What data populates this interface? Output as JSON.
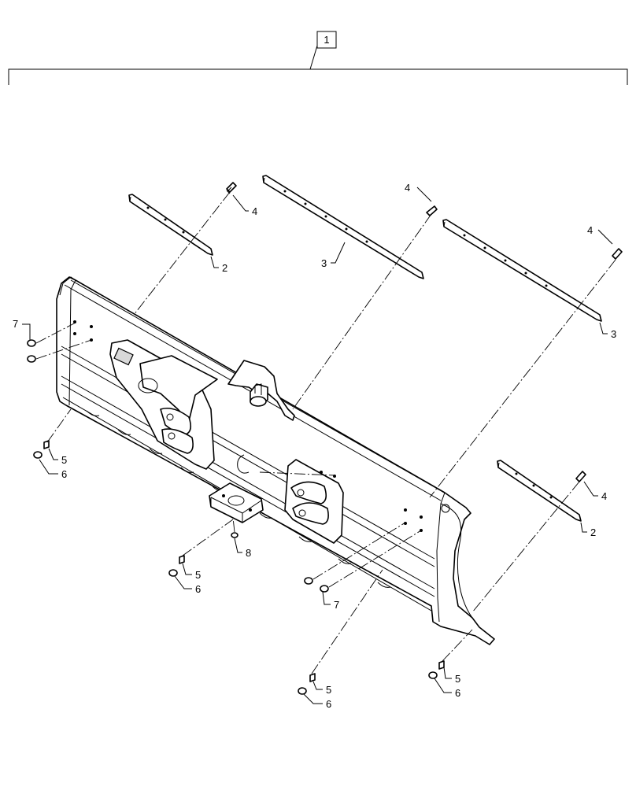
{
  "assembly_callout": "1",
  "callouts": [
    {
      "id": "c4a",
      "text": "4"
    },
    {
      "id": "c2a",
      "text": "2"
    },
    {
      "id": "c4b",
      "text": "4"
    },
    {
      "id": "c3a",
      "text": "3"
    },
    {
      "id": "c4c",
      "text": "4"
    },
    {
      "id": "c3b",
      "text": "3"
    },
    {
      "id": "c7a",
      "text": "7"
    },
    {
      "id": "c5a",
      "text": "5"
    },
    {
      "id": "c6a",
      "text": "6"
    },
    {
      "id": "c4d",
      "text": "4"
    },
    {
      "id": "c2b",
      "text": "2"
    },
    {
      "id": "c8",
      "text": "8"
    },
    {
      "id": "c5b",
      "text": "5"
    },
    {
      "id": "c6b",
      "text": "6"
    },
    {
      "id": "c7b",
      "text": "7"
    },
    {
      "id": "c5c",
      "text": "5"
    },
    {
      "id": "c6c",
      "text": "6"
    },
    {
      "id": "c5d",
      "text": "5"
    },
    {
      "id": "c6d",
      "text": "6"
    }
  ]
}
